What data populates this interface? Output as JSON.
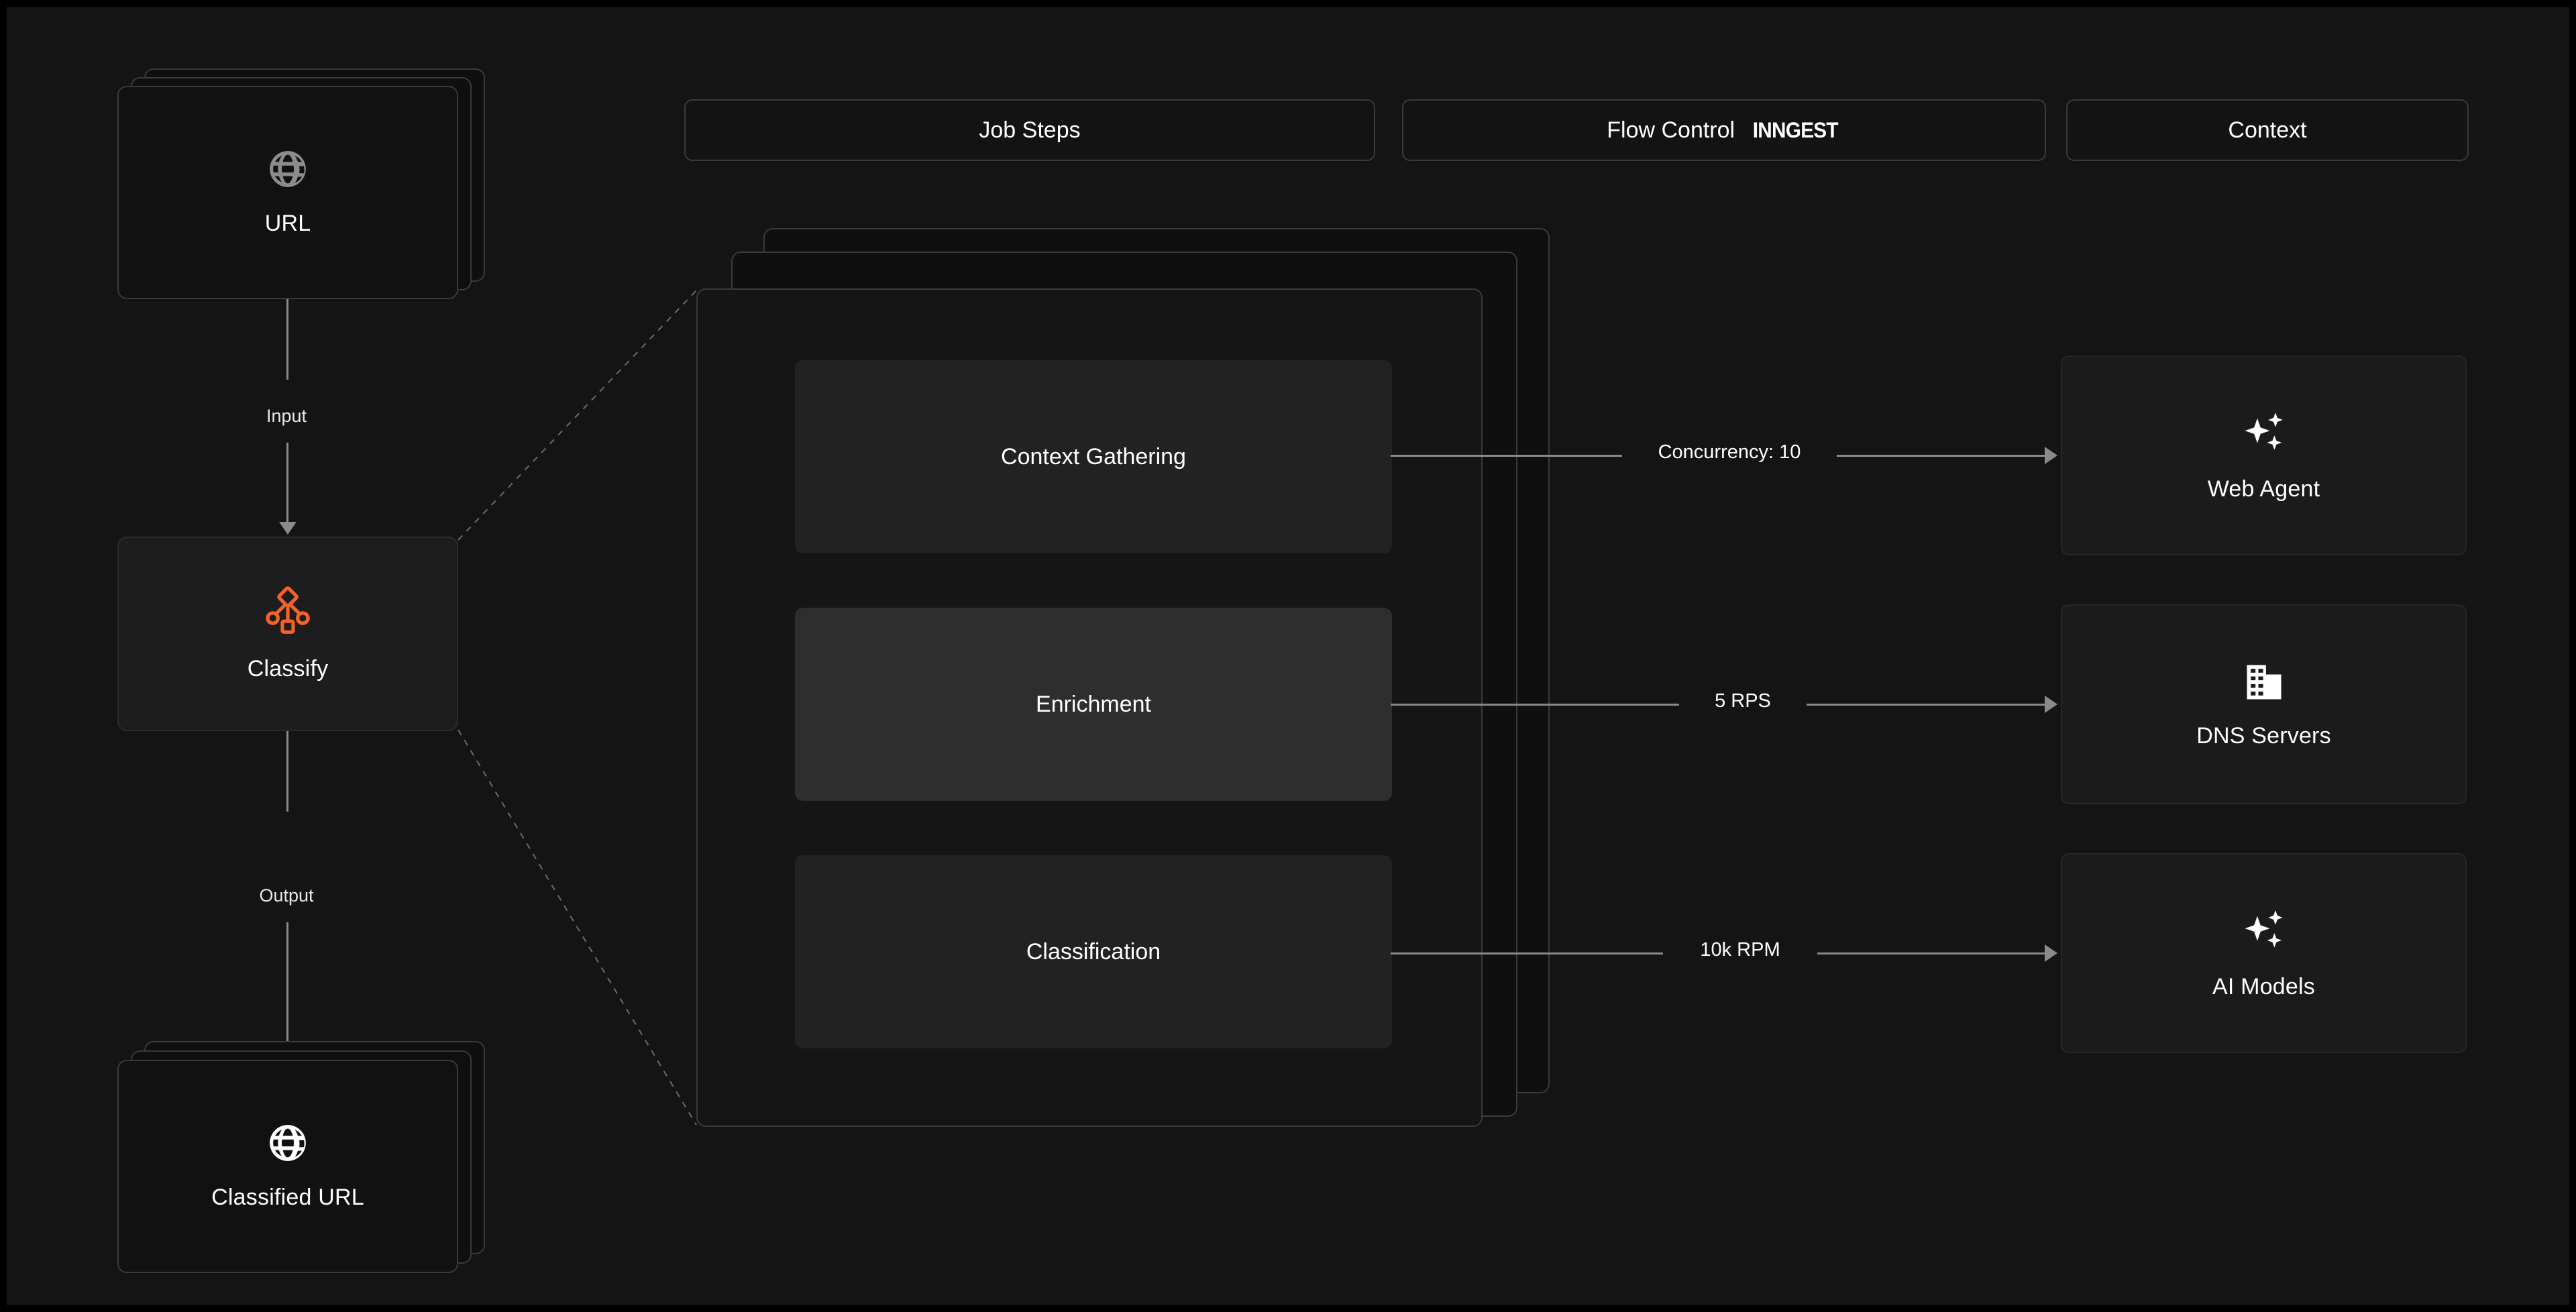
{
  "canvas": {
    "bg": "#141414",
    "accent": "#f2622a"
  },
  "header": {
    "pills": [
      {
        "label": "Job Steps",
        "brand": ""
      },
      {
        "label": "Flow Control",
        "brand": "INNGEST"
      },
      {
        "label": "Context",
        "brand": ""
      }
    ]
  },
  "pipeline": {
    "input_node": {
      "label": "URL",
      "icon": "globe-icon"
    },
    "input_edge": {
      "label": "Input"
    },
    "process_node": {
      "label": "Classify",
      "icon": "workflow-icon"
    },
    "output_edge": {
      "label": "Output"
    },
    "output_node": {
      "label": "Classified URL",
      "icon": "globe-icon"
    }
  },
  "job_steps": [
    {
      "label": "Context Gathering",
      "highlighted": false
    },
    {
      "label": "Enrichment",
      "highlighted": true
    },
    {
      "label": "Classification",
      "highlighted": false
    }
  ],
  "connections": [
    {
      "label": "Concurrency: 10"
    },
    {
      "label": "5 RPS"
    },
    {
      "label": "10k RPM"
    }
  ],
  "resources": [
    {
      "label": "Web Agent",
      "icon": "sparkles-icon"
    },
    {
      "label": "DNS Servers",
      "icon": "building-icon"
    },
    {
      "label": "AI Models",
      "icon": "sparkles-icon"
    }
  ]
}
